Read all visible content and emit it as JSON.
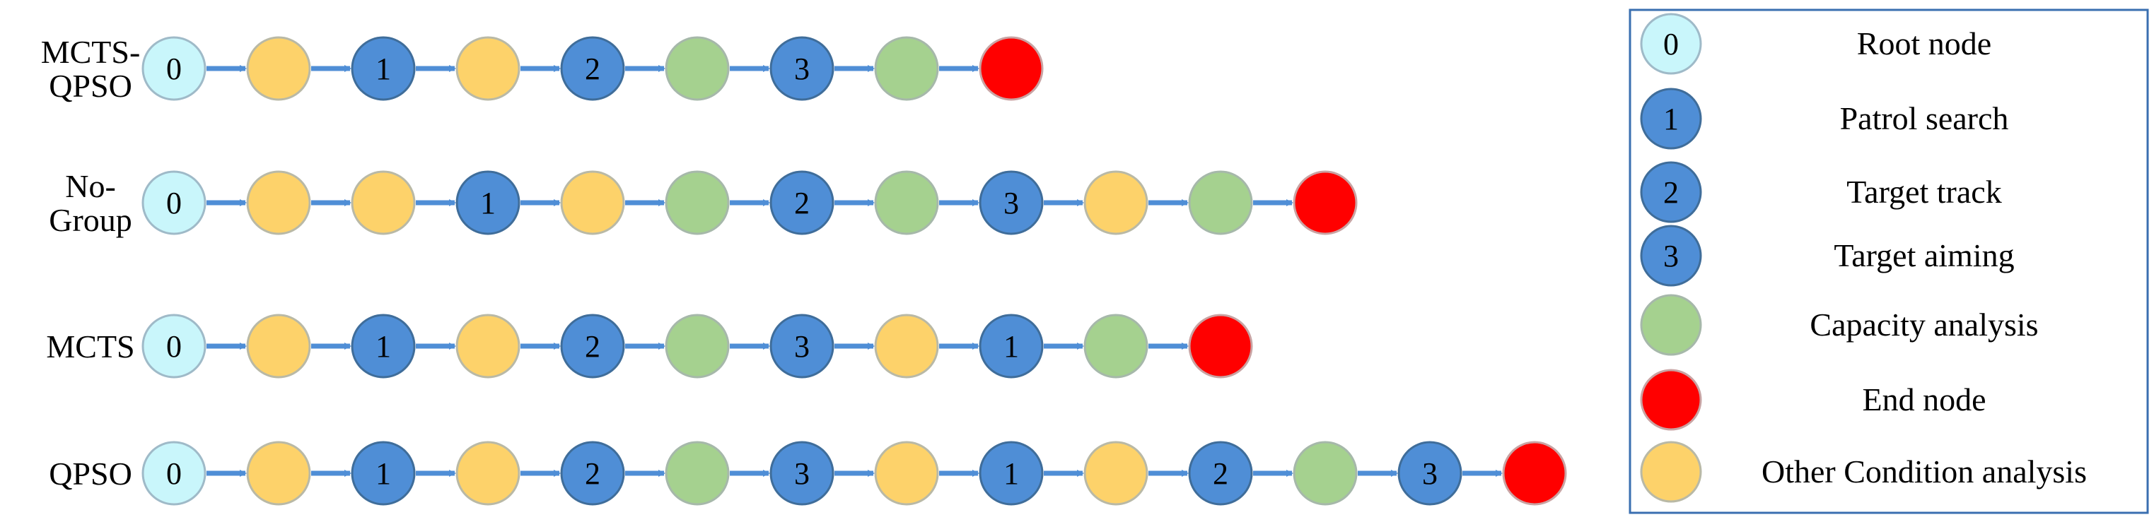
{
  "colors": {
    "root": "#c9f6fb",
    "root_stroke": "#9fbac8",
    "search": "#4f8ed6",
    "search_stroke": "#3f6d9a",
    "condition": "#fdd26a",
    "condition_stroke": "#b9b9a6",
    "capacity": "#a5d18f",
    "capacity_stroke": "#a6b8aa",
    "end": "#ff0000",
    "end_stroke": "#c9a3a3",
    "arrow": "#4f8ed6",
    "legend_border": "#3a6fb0"
  },
  "rows": [
    {
      "label_lines": [
        "MCTS-",
        "QPSO"
      ],
      "nodes": [
        {
          "type": "root",
          "label": "0"
        },
        {
          "type": "condition",
          "label": ""
        },
        {
          "type": "search",
          "label": "1"
        },
        {
          "type": "condition",
          "label": ""
        },
        {
          "type": "search",
          "label": "2"
        },
        {
          "type": "capacity",
          "label": ""
        },
        {
          "type": "search",
          "label": "3"
        },
        {
          "type": "capacity",
          "label": ""
        },
        {
          "type": "end",
          "label": ""
        }
      ]
    },
    {
      "label_lines": [
        "No-",
        "Group"
      ],
      "nodes": [
        {
          "type": "root",
          "label": "0"
        },
        {
          "type": "condition",
          "label": ""
        },
        {
          "type": "condition",
          "label": ""
        },
        {
          "type": "search",
          "label": "1"
        },
        {
          "type": "condition",
          "label": ""
        },
        {
          "type": "capacity",
          "label": ""
        },
        {
          "type": "search",
          "label": "2"
        },
        {
          "type": "capacity",
          "label": ""
        },
        {
          "type": "search",
          "label": "3"
        },
        {
          "type": "condition",
          "label": ""
        },
        {
          "type": "capacity",
          "label": ""
        },
        {
          "type": "end",
          "label": ""
        }
      ]
    },
    {
      "label_lines": [
        "MCTS"
      ],
      "nodes": [
        {
          "type": "root",
          "label": "0"
        },
        {
          "type": "condition",
          "label": ""
        },
        {
          "type": "search",
          "label": "1"
        },
        {
          "type": "condition",
          "label": ""
        },
        {
          "type": "search",
          "label": "2"
        },
        {
          "type": "capacity",
          "label": ""
        },
        {
          "type": "search",
          "label": "3"
        },
        {
          "type": "condition",
          "label": ""
        },
        {
          "type": "search",
          "label": "1"
        },
        {
          "type": "capacity",
          "label": ""
        },
        {
          "type": "end",
          "label": ""
        }
      ]
    },
    {
      "label_lines": [
        "QPSO"
      ],
      "nodes": [
        {
          "type": "root",
          "label": "0"
        },
        {
          "type": "condition",
          "label": ""
        },
        {
          "type": "search",
          "label": "1"
        },
        {
          "type": "condition",
          "label": ""
        },
        {
          "type": "search",
          "label": "2"
        },
        {
          "type": "capacity",
          "label": ""
        },
        {
          "type": "search",
          "label": "3"
        },
        {
          "type": "condition",
          "label": ""
        },
        {
          "type": "search",
          "label": "1"
        },
        {
          "type": "condition",
          "label": ""
        },
        {
          "type": "search",
          "label": "2"
        },
        {
          "type": "capacity",
          "label": ""
        },
        {
          "type": "search",
          "label": "3"
        },
        {
          "type": "end",
          "label": ""
        }
      ]
    }
  ],
  "legend": [
    {
      "type": "root",
      "symbol": "0",
      "text": "Root node"
    },
    {
      "type": "search",
      "symbol": "1",
      "text": "Patrol search"
    },
    {
      "type": "search",
      "symbol": "2",
      "text": "Target track"
    },
    {
      "type": "search",
      "symbol": "3",
      "text": "Target aiming"
    },
    {
      "type": "capacity",
      "symbol": "",
      "text": "Capacity analysis"
    },
    {
      "type": "end",
      "symbol": "",
      "text": "End node"
    },
    {
      "type": "condition",
      "symbol": "",
      "text": "Other Condition analysis"
    }
  ]
}
